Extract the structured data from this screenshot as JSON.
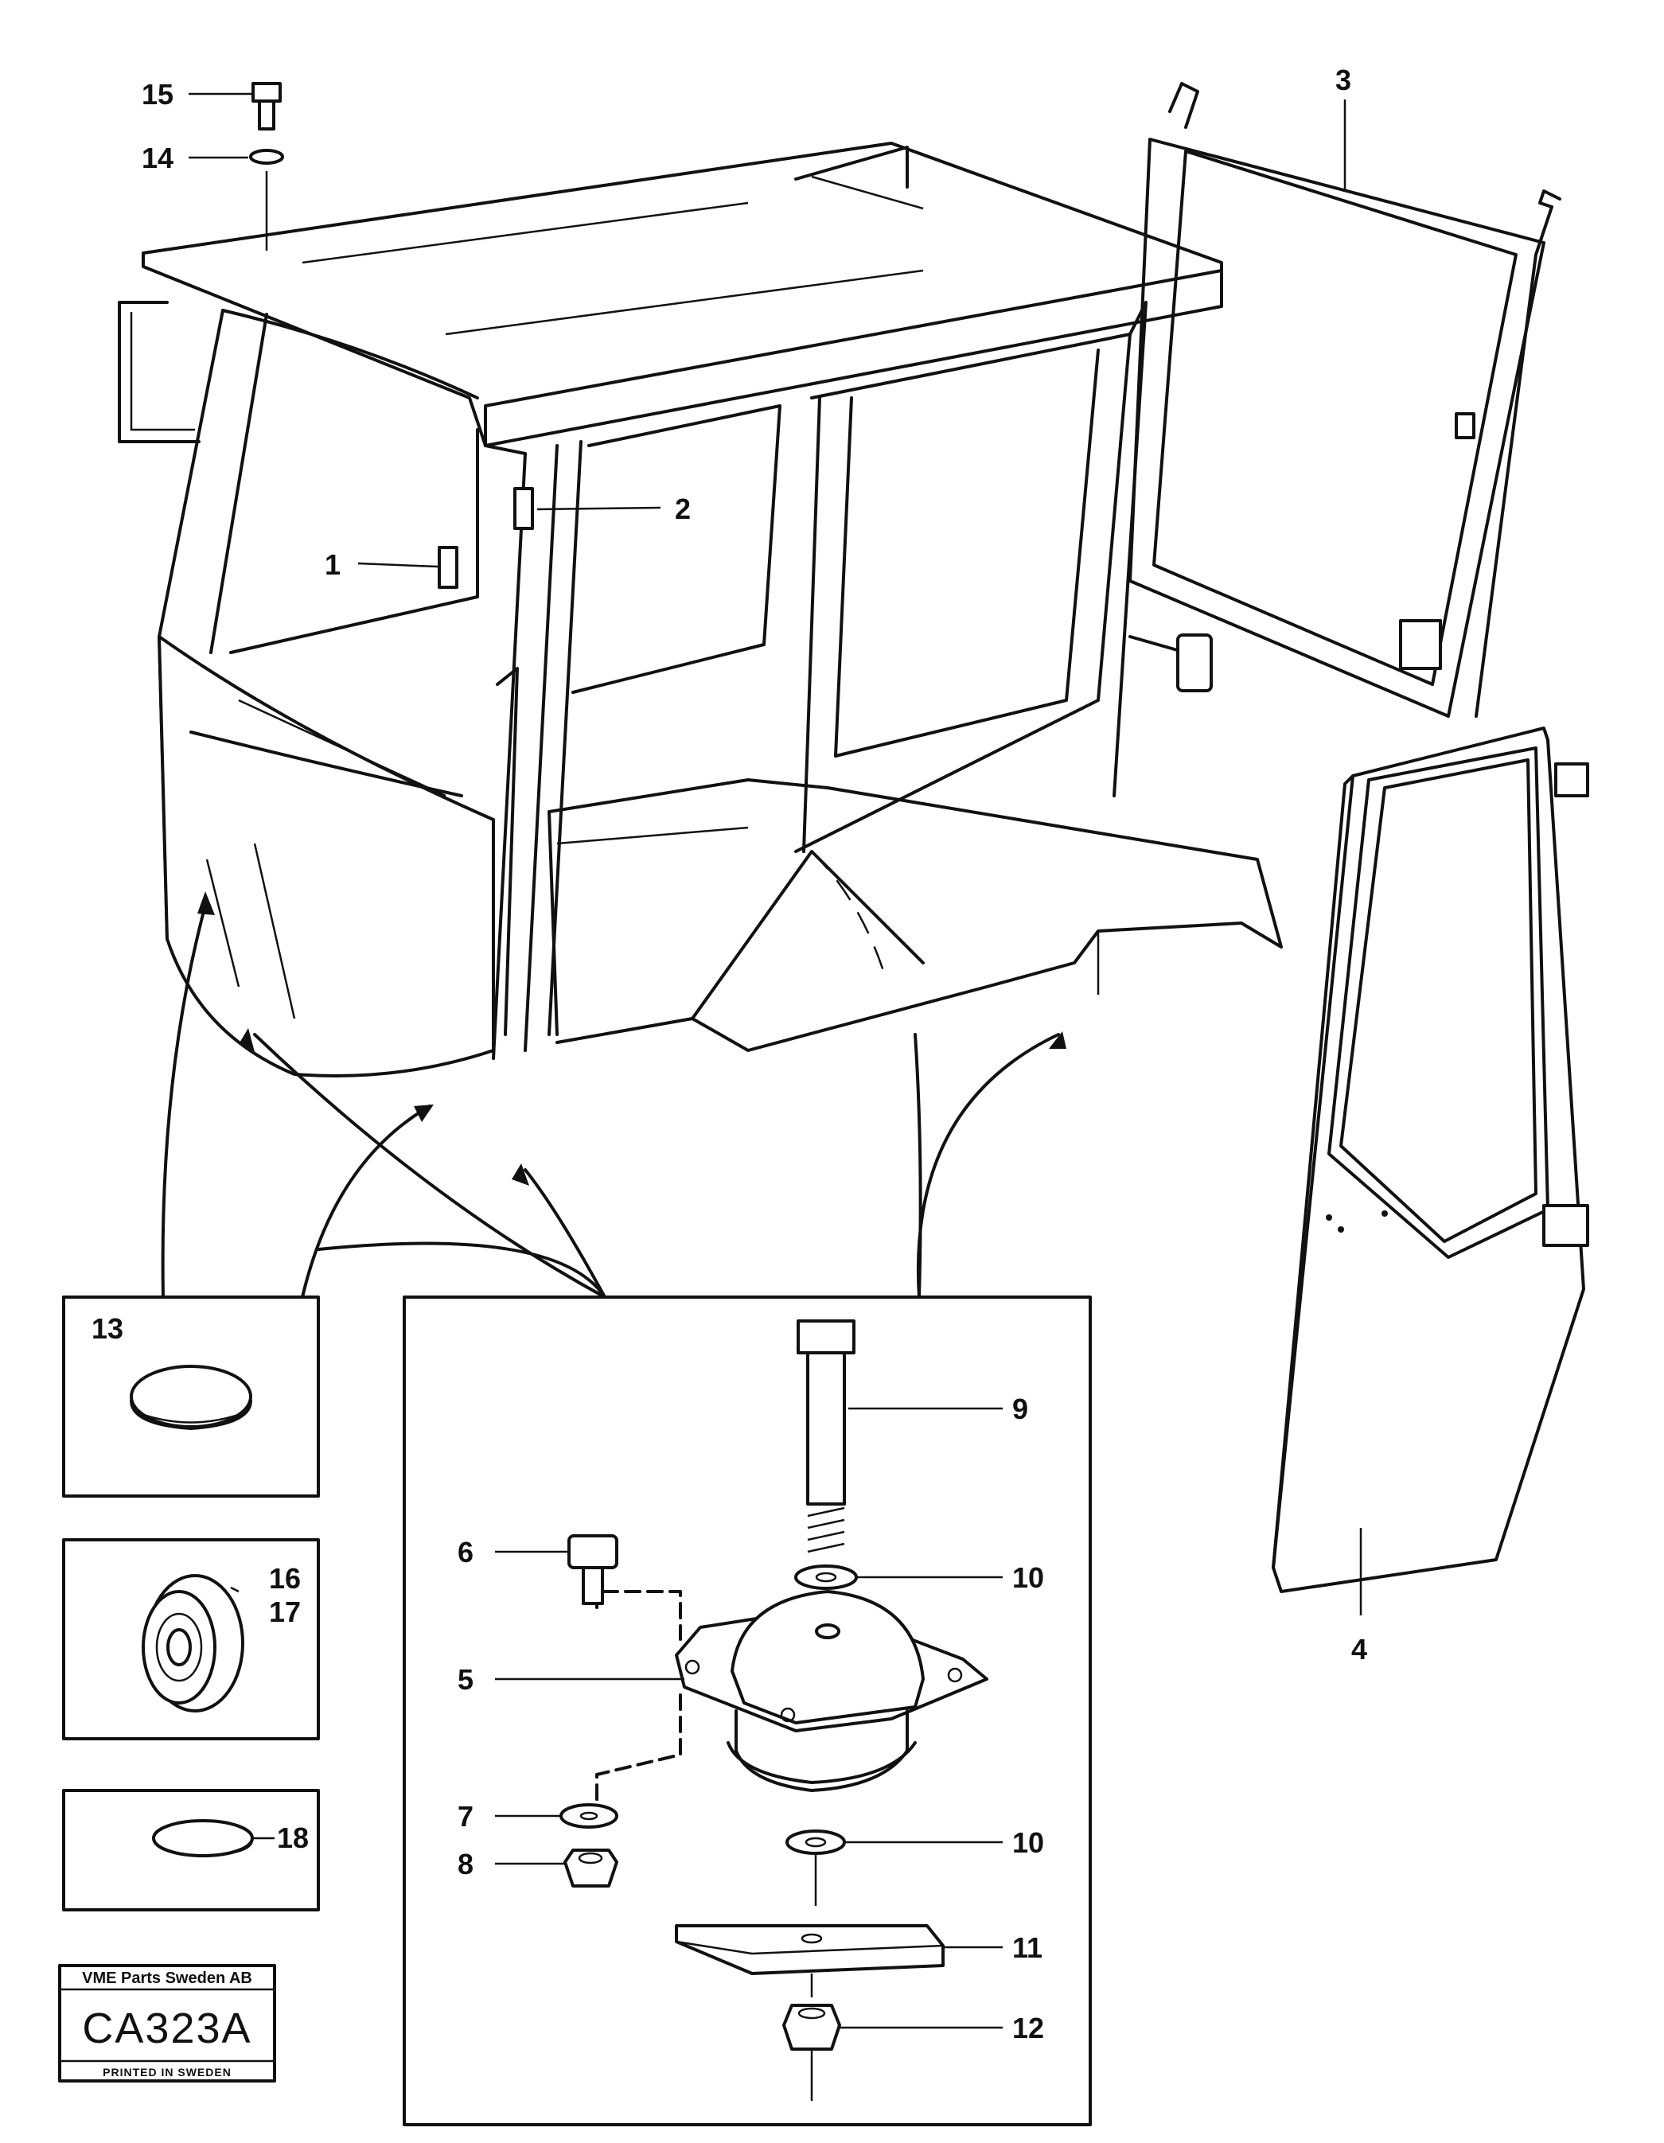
{
  "labels": {
    "p1": "1",
    "p2": "2",
    "p3": "3",
    "p4": "4",
    "p5": "5",
    "p6": "6",
    "p7": "7",
    "p8": "8",
    "p9": "9",
    "p10a": "10",
    "p10b": "10",
    "p11": "11",
    "p12": "12",
    "p13": "13",
    "p14": "14",
    "p15": "15",
    "p16": "16",
    "p17": "17",
    "p18": "18"
  },
  "stamp": {
    "company": "VME Parts Sweden AB",
    "code": "CA323A",
    "printed": "PRINTED IN SWEDEN"
  }
}
